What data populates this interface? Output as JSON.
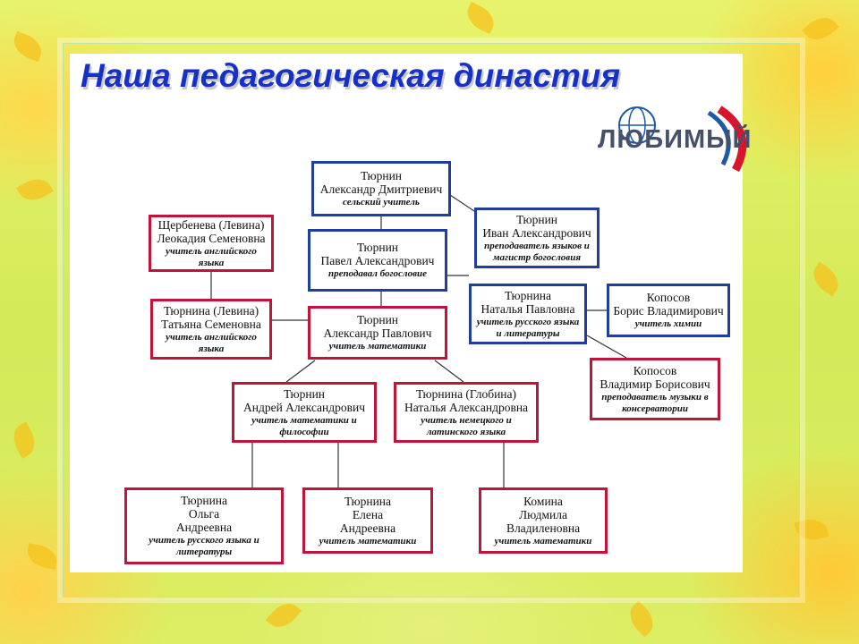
{
  "title": "Наша педагогическая династия",
  "logo": {
    "text": "ЛЮБИМЫЙ",
    "colors": [
      "#1c5aa6",
      "#d8142e"
    ]
  },
  "diagram": {
    "nodes": [
      {
        "id": "a_d",
        "lines": [
          "Тюрнин",
          "Александр Дмитриевич"
        ],
        "role": "сельский учитель",
        "color": "blue"
      },
      {
        "id": "i_a",
        "lines": [
          "Тюрнин",
          "Иван Александрович"
        ],
        "role": "преподаватель языков и магистр богословия",
        "color": "blue"
      },
      {
        "id": "p_a",
        "lines": [
          "Тюрнин",
          "Павел Александрович"
        ],
        "role": "преподавал богословие",
        "color": "blue"
      },
      {
        "id": "l_s",
        "lines": [
          "Щербенева (Левина)",
          "Леокадия Семеновна"
        ],
        "role": "учитель английского языка",
        "color": "red"
      },
      {
        "id": "n_p",
        "lines": [
          "Тюрнина",
          "Наталья Павловна"
        ],
        "role": "учитель русского языка и литературы",
        "color": "blue"
      },
      {
        "id": "b_v",
        "lines": [
          "Копосов",
          "Борис Владимирович"
        ],
        "role": "учитель химии",
        "color": "blue"
      },
      {
        "id": "t_s",
        "lines": [
          "Тюрнина (Левина)",
          "Татьяна Семеновна"
        ],
        "role": "учитель английского языка",
        "color": "red"
      },
      {
        "id": "a_p",
        "lines": [
          "Тюрнин",
          "Александр Павлович"
        ],
        "role": "учитель математики",
        "color": "red"
      },
      {
        "id": "v_b",
        "lines": [
          "Копосов",
          "Владимир Борисович"
        ],
        "role": "преподаватель музыки в консерватории",
        "color": "red"
      },
      {
        "id": "an_a",
        "lines": [
          "Тюрнин",
          "Андрей Александрович"
        ],
        "role": "учитель математики и философии",
        "color": "red"
      },
      {
        "id": "na_a",
        "lines": [
          "Тюрнина (Глобина)",
          "Наталья Александровна"
        ],
        "role": "учитель немецкого и латинского языка",
        "color": "red"
      },
      {
        "id": "o_a",
        "lines": [
          "Тюрнина",
          "Ольга",
          "Андреевна"
        ],
        "role": "учитель русского языка и литературы",
        "color": "red"
      },
      {
        "id": "e_a",
        "lines": [
          "Тюрнина",
          "Елена",
          "Андреевна"
        ],
        "role": "учитель математики",
        "color": "red"
      },
      {
        "id": "l_v",
        "lines": [
          "Комина",
          "Людмила",
          "Владиленовна"
        ],
        "role": "учитель математики",
        "color": "red"
      }
    ],
    "colors": {
      "blue": "#203ea0",
      "red": "#c2143b",
      "line": "#333333"
    }
  }
}
